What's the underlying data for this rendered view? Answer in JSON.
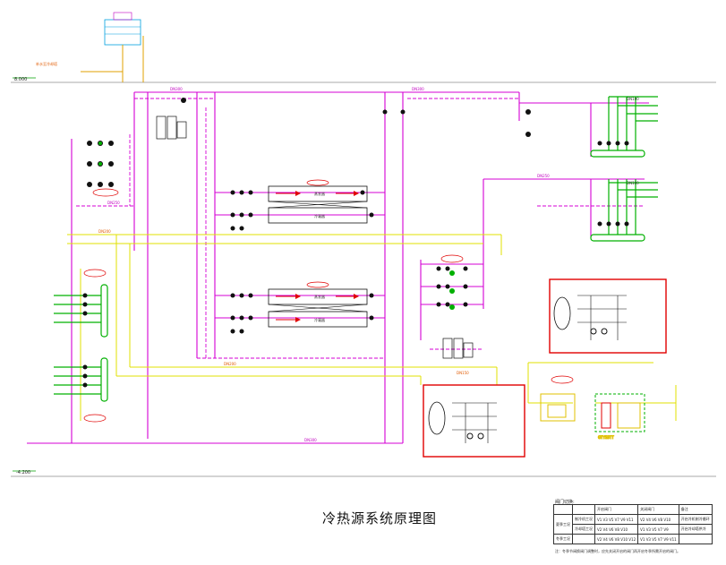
{
  "drawing_title": "冷热源系统原理图",
  "elevations": {
    "top": "8.000",
    "bottom": "-4.200"
  },
  "equipment_labels": {
    "chiller_upper_evap": "蒸发器",
    "chiller_upper_cond": "冷凝器",
    "chiller_lower_evap": "蒸发器",
    "chiller_lower_cond": "冷凝器"
  },
  "pipe_tags": [
    "DN300",
    "DN250",
    "DN200",
    "DN150",
    "DN100"
  ],
  "legend": {
    "title": "阀门切换:",
    "header": [
      "",
      "",
      "开启阀门",
      "关闭阀门",
      "备注"
    ],
    "rows": [
      [
        "夏季工况",
        "制冷机工况",
        "V1  V3  V5  V7  V9  V11",
        "V2  V4  V6  V8  V10",
        "开启冷机制冷循环"
      ],
      [
        "",
        "冷却塔工况",
        "V2  V4  V6  V8  V10",
        "V1  V3  V5  V7  V9",
        "开启冷却塔供冷"
      ],
      [
        "冬季工况",
        "",
        "V2  V4  V6  V8  V10  V12",
        "V1  V3  V5  V7  V9  V11",
        ""
      ]
    ],
    "note": "注：冬季节阀换阀门调整时，应先关闭开启的阀门再开启冬季所需开启的阀门。"
  },
  "colors": {
    "magenta": "#d400d4",
    "yellow": "#e0e000",
    "green": "#00b000",
    "red": "#e00000",
    "orange": "#e07000",
    "black": "#111111",
    "cyan": "#00a0e0"
  }
}
